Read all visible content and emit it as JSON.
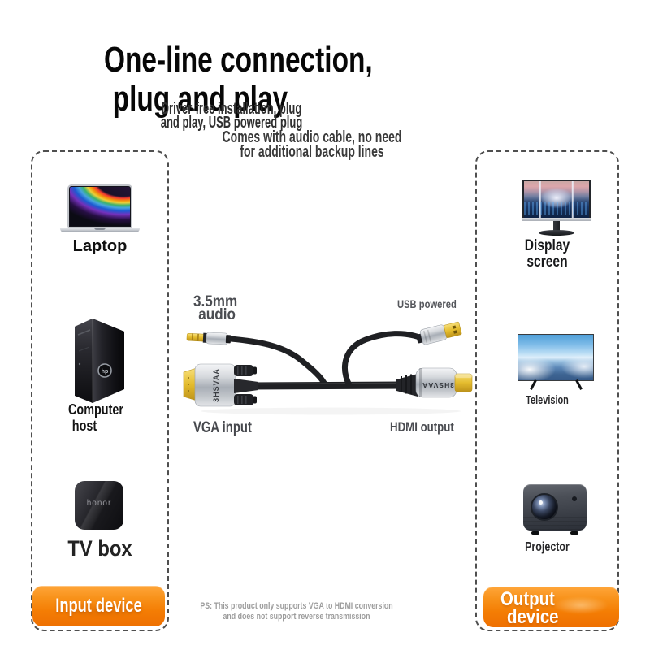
{
  "header": {
    "title_line1": "One-line connection,",
    "title_line2": "plug and play",
    "subtitle1_line1": "Driver-free installation, plug",
    "subtitle1_line2": "and play, USB powered plug",
    "subtitle2_line1": "Comes with audio cable, no need",
    "subtitle2_line2": "for additional backup lines"
  },
  "input_panel": {
    "button_label": "Input device",
    "devices": [
      {
        "label": "Laptop"
      },
      {
        "label_line1": "Computer",
        "label_line2": "host",
        "brand": "hp"
      },
      {
        "label": "TV box",
        "brand": "honor"
      }
    ]
  },
  "output_panel": {
    "button_line1": "Output",
    "button_line2": "device",
    "devices": [
      {
        "label_line1": "Display",
        "label_line2": "screen"
      },
      {
        "label": "Television"
      },
      {
        "label": "Projector"
      }
    ]
  },
  "product": {
    "audio_label_line1": "3.5mm",
    "audio_label_line2": "audio",
    "usb_label": "USB powered",
    "vga_label": "VGA input",
    "hdmi_label": "HDMI output",
    "vga_connector_brand": "3HSVAA",
    "hdmi_connector_brand": "3HSVAA"
  },
  "footnote": {
    "line1": "PS: This product only supports VGA to HDMI conversion",
    "line2": "and does not support reverse transmission"
  },
  "colors": {
    "accent_orange": "#f47d04",
    "accent_orange_light": "#ffa63a",
    "accent_orange_dark": "#ee7002",
    "title_text": "#070707",
    "subtitle_text": "#2f2f2f",
    "product_label_text": "#4a4c51",
    "footnote_text": "#9c9c9c",
    "dashed_border": "#4f4f4f",
    "button_text": "#ffffff",
    "connector_gold": "#e4bc2e",
    "connector_silver": "#c7cad0"
  }
}
